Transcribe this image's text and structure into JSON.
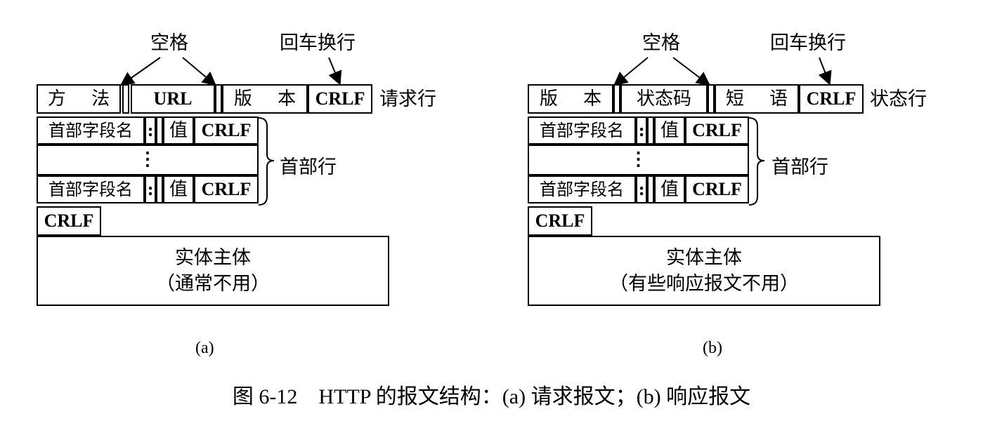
{
  "request": {
    "label_space": "空格",
    "label_crlf_note": "回车换行",
    "start_line": {
      "method": "方 法",
      "url": "URL",
      "version": "版 本",
      "crlf": "CRLF",
      "row_label": "请求行"
    },
    "header_lines": [
      {
        "name": "首部字段名",
        "colon": ":",
        "value": "值",
        "crlf": "CRLF"
      },
      {
        "name": "首部字段名",
        "colon": ":",
        "value": "值",
        "crlf": "CRLF"
      }
    ],
    "ellipsis": "⋮",
    "header_label": "首部行",
    "blank_crlf": "CRLF",
    "entity_line1": "实体主体",
    "entity_line2": "（通常不用）",
    "sub_caption": "(a)"
  },
  "response": {
    "label_space": "空格",
    "label_crlf_note": "回车换行",
    "start_line": {
      "version": "版 本",
      "status_code": "状态码",
      "phrase": "短 语",
      "crlf": "CRLF",
      "row_label": "状态行"
    },
    "header_lines": [
      {
        "name": "首部字段名",
        "colon": ":",
        "value": "值",
        "crlf": "CRLF"
      },
      {
        "name": "首部字段名",
        "colon": ":",
        "value": "值",
        "crlf": "CRLF"
      }
    ],
    "ellipsis": "⋮",
    "header_label": "首部行",
    "blank_crlf": "CRLF",
    "entity_line1": "实体主体",
    "entity_line2": "（有些响应报文不用）",
    "sub_caption": "(b)"
  },
  "figure_caption": "图 6-12　HTTP 的报文结构：(a) 请求报文；(b) 响应报文"
}
